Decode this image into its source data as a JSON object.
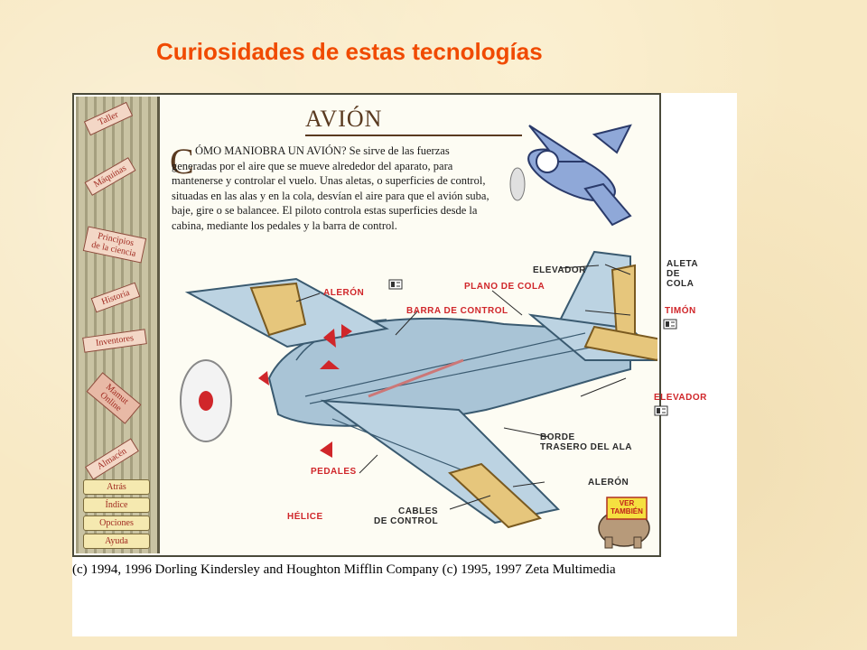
{
  "slide": {
    "title": "Curiosidades de estas tecnologías",
    "title_color": "#f04a00",
    "background_color": "#f8e9c4"
  },
  "sidebar": {
    "tags": [
      {
        "label": "Taller",
        "icon": "workshop-sign"
      },
      {
        "label": "Máquinas",
        "icon": "machines-sign"
      },
      {
        "label": "Principios\nde la ciencia",
        "icon": "science-sign"
      },
      {
        "label": "Historia",
        "icon": "history-sign"
      },
      {
        "label": "Inventores",
        "icon": "inventors-sign"
      },
      {
        "label": "Mamut\nOnline",
        "icon": "mammoth-online-sign"
      },
      {
        "label": "Almacén",
        "icon": "warehouse-sign"
      }
    ],
    "buttons": [
      {
        "label": "Atrás"
      },
      {
        "label": "Índice"
      },
      {
        "label": "Opciones"
      },
      {
        "label": "Ayuda"
      }
    ]
  },
  "page": {
    "heading": "AVIÓN",
    "intro_dropcap": "C",
    "intro_text": "ÓMO MANIOBRA UN AVIÓN? Se sirve de las fuerzas generadas por el aire que se mueve alrededor del aparato, para mantenerse y controlar el vuelo. Unas aletas, o superficies de control, situadas en las alas y en la cola, desvían el aire para que el avión suba, baje, gire o se balancee. El piloto controla estas superficies desde la cabina, mediante los pedales y la barra de control."
  },
  "diagram": {
    "labels": {
      "aleron_top": "ALERÓN",
      "barra": "BARRA DE CONTROL",
      "plano_cola": "PLANO DE COLA",
      "elevador_top": "ELEVADOR",
      "aleta_cola": "ALETA\nDE COLA",
      "timon": "TIMÓN",
      "elevador_right": "ELEVADOR",
      "borde": "BORDE\nTRASERO DEL ALA",
      "aleron_bottom": "ALERÓN",
      "pedales": "PEDALES",
      "helice": "HÉLICE",
      "cables": "CABLES\nDE CONTROL"
    },
    "accent_color": "#d0262a",
    "body_color": "#a9c4d6",
    "flap_color": "#e6c67c"
  },
  "see_also": {
    "label_1": "VER",
    "label_2": "TAMBIÉN"
  },
  "copyright": "(c) 1994, 1996 Dorling Kindersley and Houghton Mifflin Company (c) 1995, 1997 Zeta Multimedia"
}
